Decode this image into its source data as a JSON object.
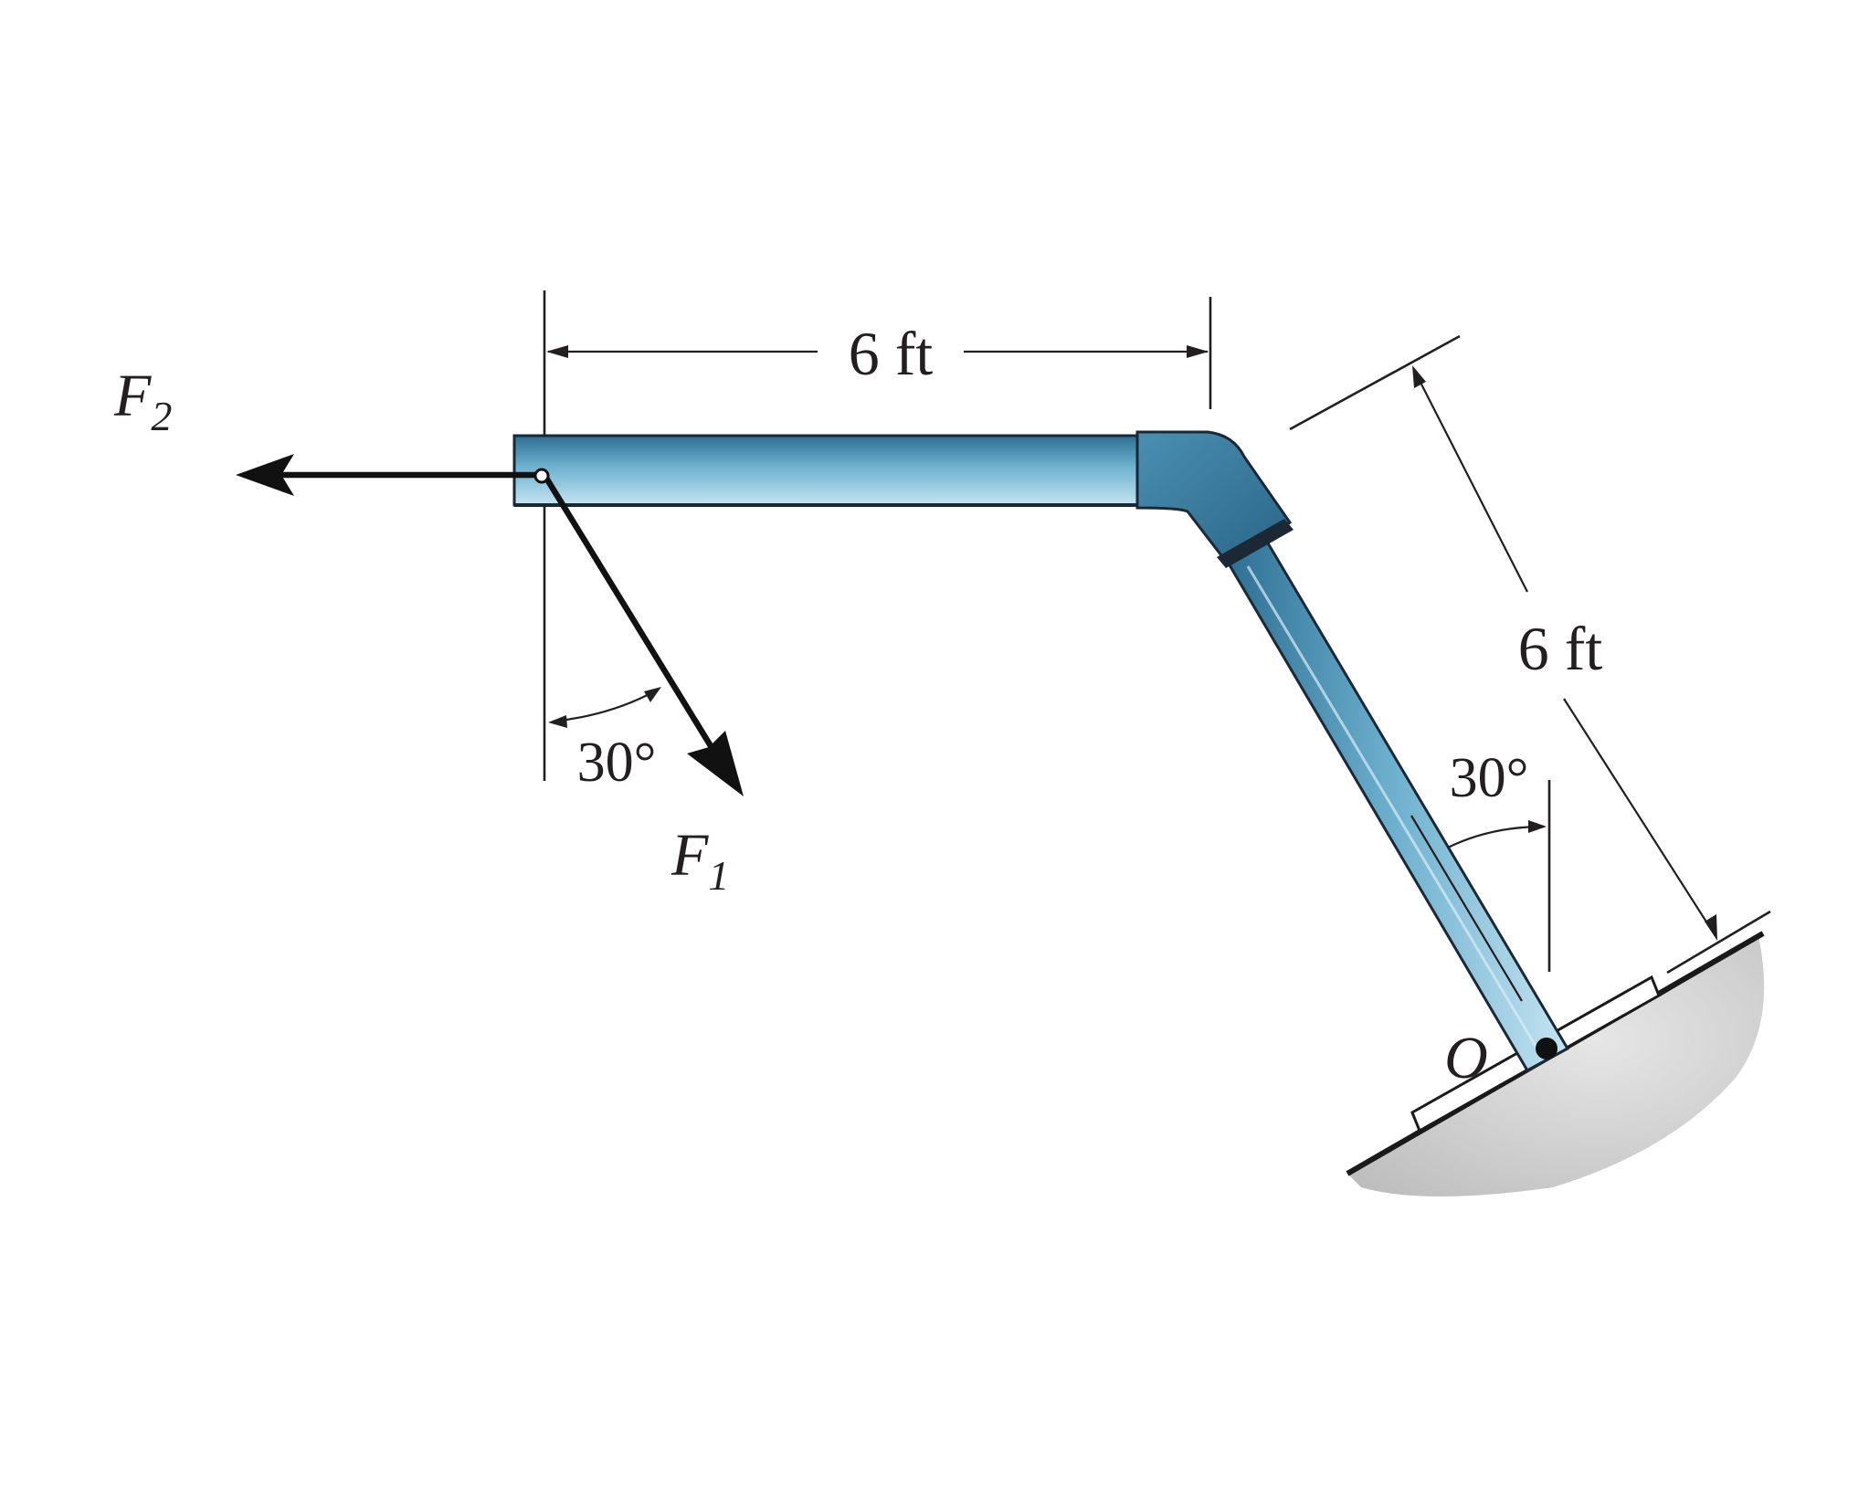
{
  "labels": {
    "force_2": "F",
    "force_2_sub": "2",
    "force_1": "F",
    "force_1_sub": "1",
    "dim_horizontal": "6 ft",
    "dim_inclined": "6 ft",
    "angle_force": "30°",
    "angle_member": "30°",
    "origin": "O"
  },
  "colors": {
    "pipe_light": "#bfe0ee",
    "pipe_mid": "#5fa3c4",
    "pipe_dark": "#2d6f93",
    "outline": "#1c2833",
    "ground_fill": "#d4d4d4"
  },
  "icons": {
    "ground": "hatched-ground-support",
    "pin": "pin-joint"
  }
}
